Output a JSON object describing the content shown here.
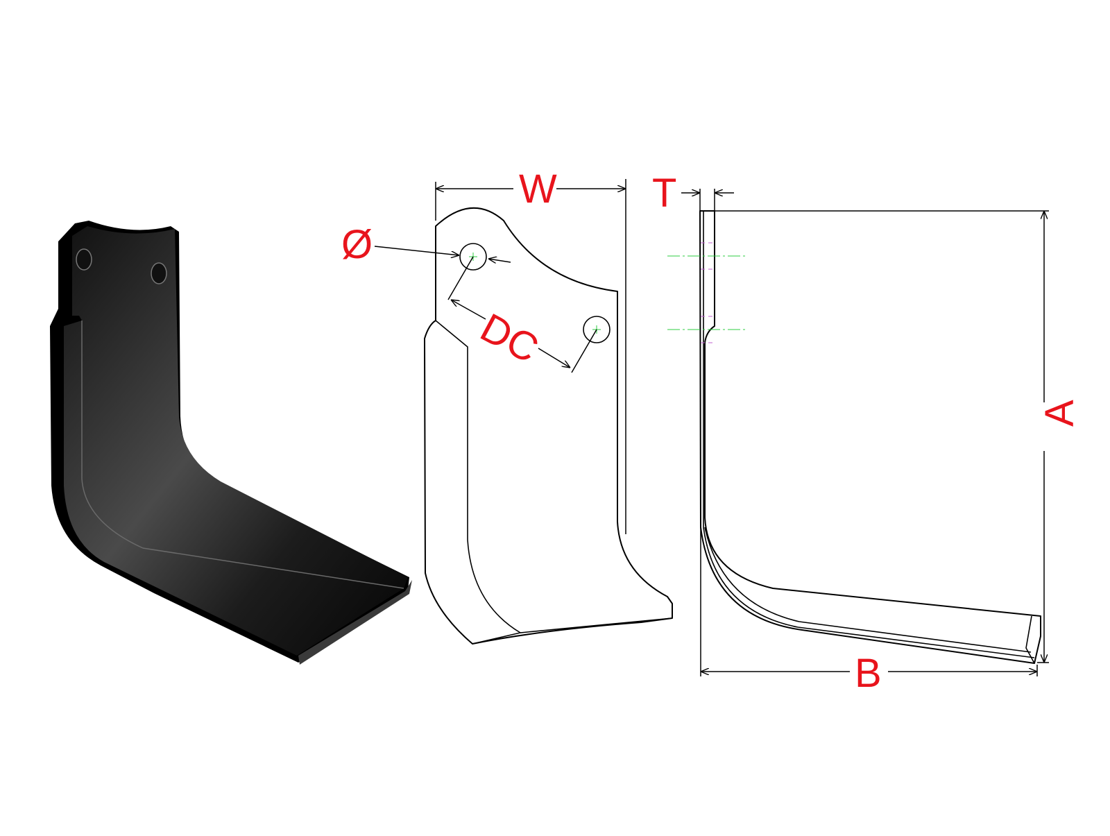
{
  "diagram": {
    "labels": {
      "width": "W",
      "diameter": "Ø",
      "distance_centers": "DC",
      "thickness": "T",
      "height": "A",
      "length": "B"
    },
    "colors": {
      "label": "#e8141c",
      "outline": "#000000",
      "blade_dark": "#000000",
      "blade_highlight": "#4a4a4a",
      "centerline": "#2ecc40",
      "hidden_line": "#c060d0"
    }
  }
}
